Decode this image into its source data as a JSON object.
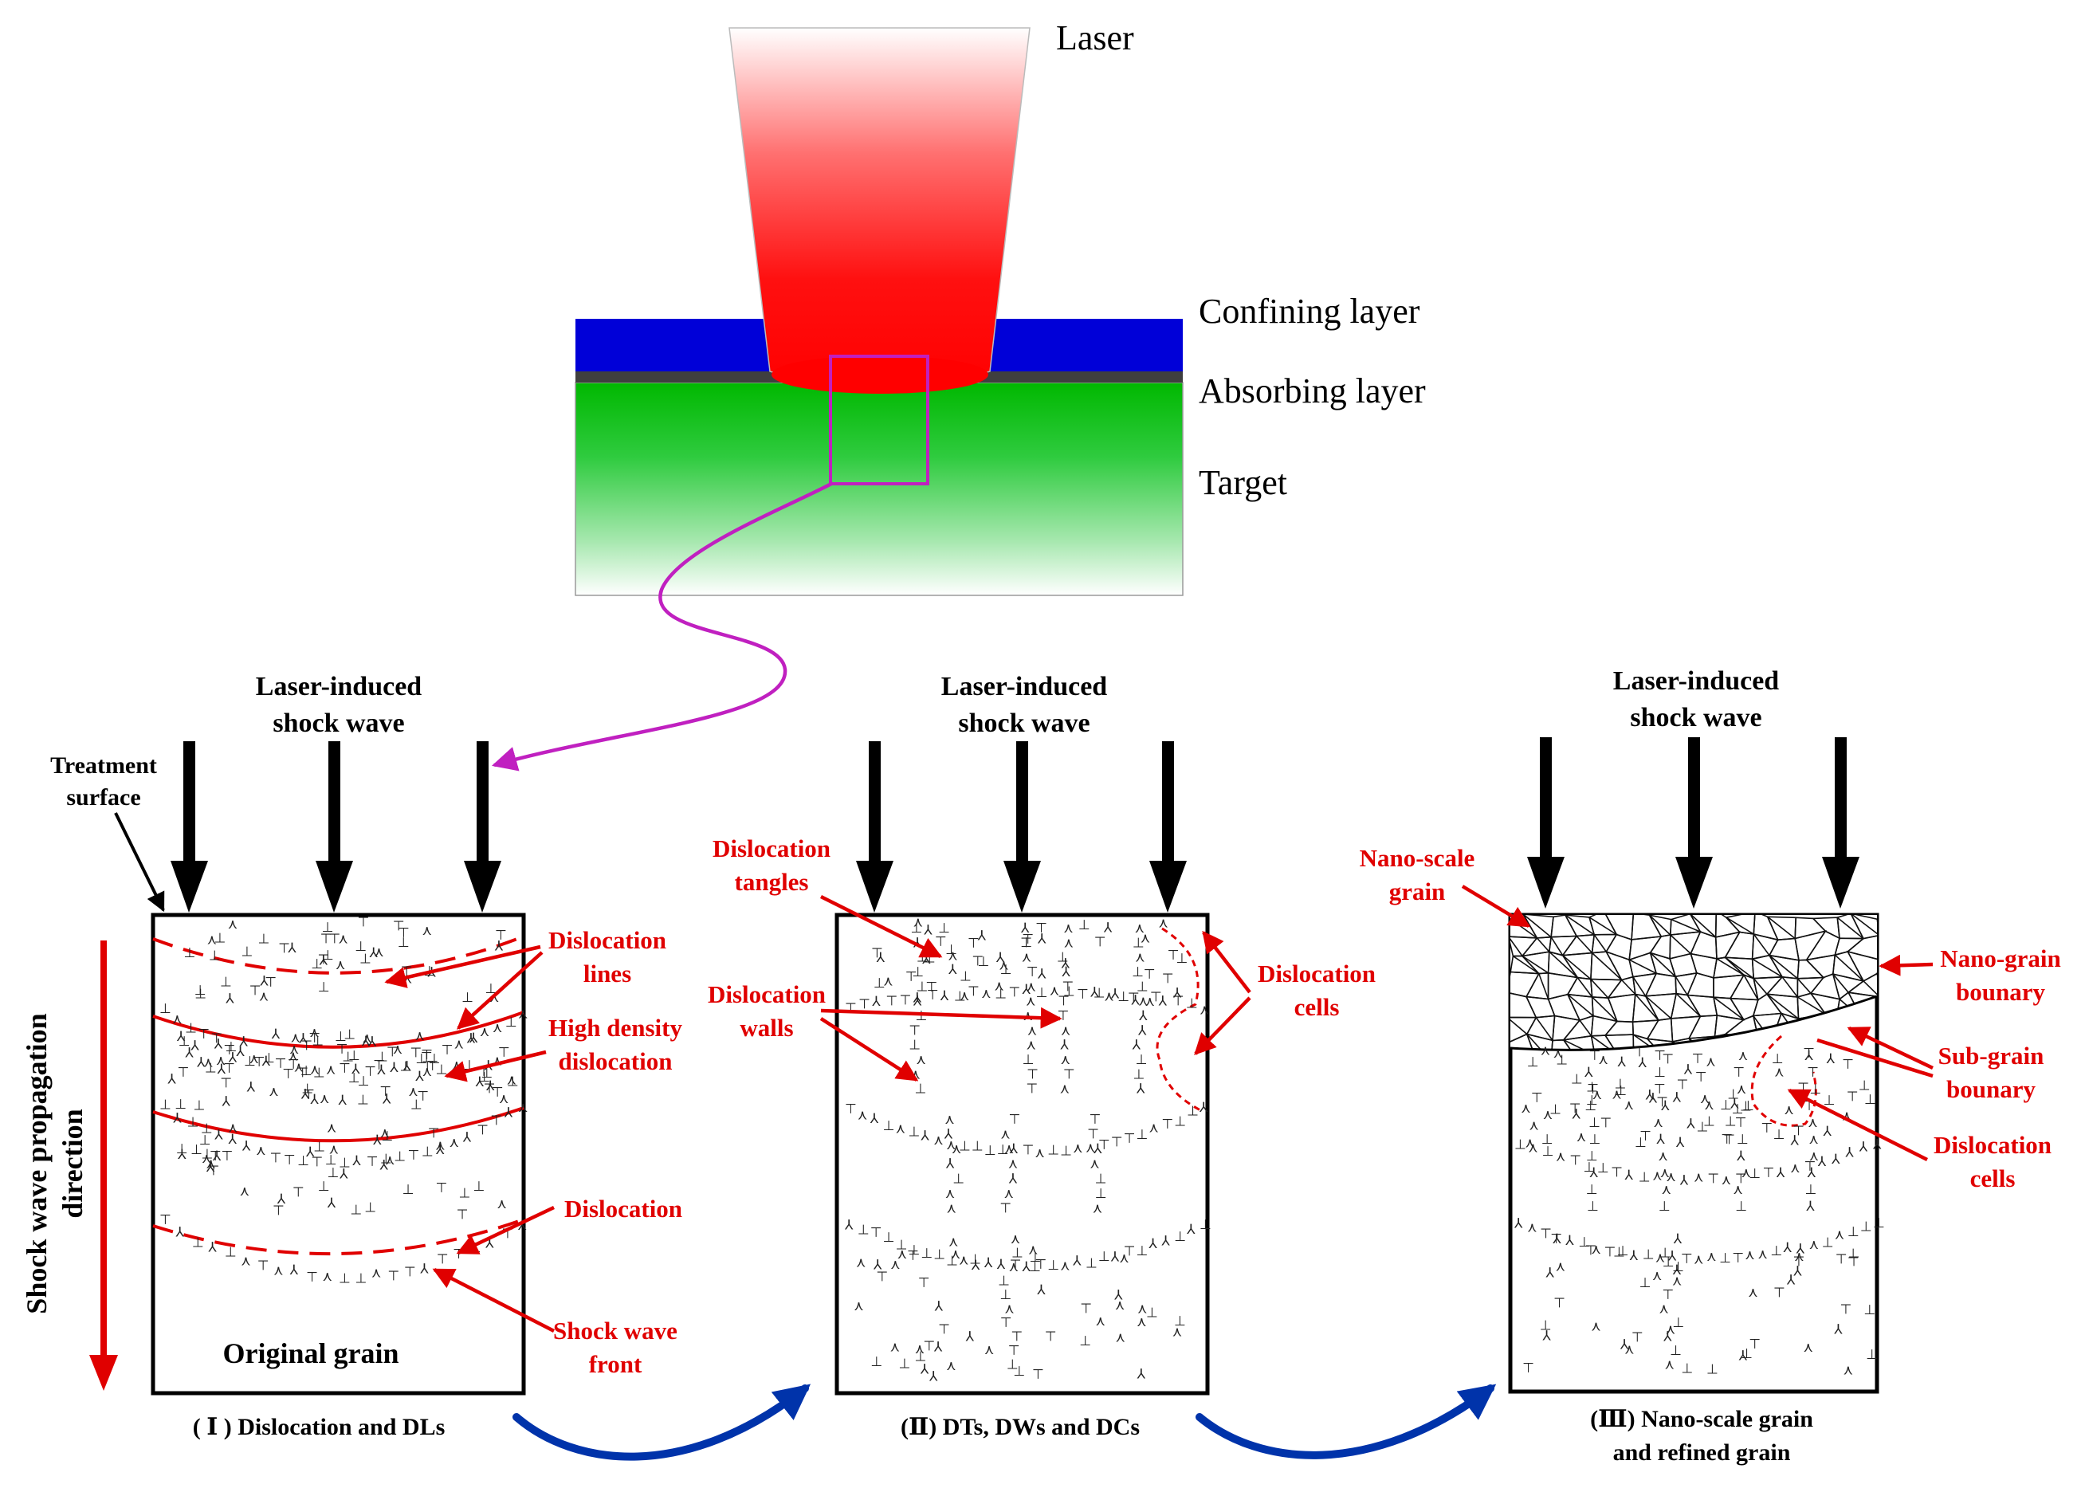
{
  "layers": {
    "laser": "Laser",
    "confining": "Confining layer",
    "absorbing": "Absorbing layer",
    "target": "Target"
  },
  "colors": {
    "laser": "#ff0000",
    "confining": "#0000d8",
    "absorbing": "#404040",
    "target": "#00bb00",
    "magnifier": "#c020c0",
    "annotation": "#e00000",
    "flow_arrow": "#0033aa",
    "shock_arrow": "#000000"
  },
  "axis_label": {
    "line1": "Shock wave propagation",
    "line2": "direction"
  },
  "panels": [
    {
      "header1": "Laser-induced",
      "header2": "shock wave",
      "caption1": "( Ⅰ ) Dislocation and DLs",
      "caption2": "",
      "inner_label": "Original grain",
      "black_labels": [
        [
          "Treatment",
          "surface"
        ]
      ],
      "red_labels": [
        [
          "Dislocation",
          "lines"
        ],
        [
          "High density",
          "dislocation"
        ],
        [
          "Dislocation"
        ],
        [
          "Shock wave",
          "front"
        ]
      ]
    },
    {
      "header1": "Laser-induced",
      "header2": "shock wave",
      "caption1": "(Ⅱ) DTs, DWs and DCs",
      "caption2": "",
      "red_labels": [
        [
          "Dislocation",
          "tangles"
        ],
        [
          "Dislocation",
          "walls"
        ],
        [
          "Dislocation",
          "cells"
        ]
      ]
    },
    {
      "header1": "Laser-induced",
      "header2": "shock wave",
      "caption1": "(Ⅲ) Nano-scale grain",
      "caption2": "and refined grain",
      "red_labels": [
        [
          "Nano-scale",
          "grain"
        ],
        [
          "Nano-grain",
          "bounary"
        ],
        [
          "Sub-grain",
          "bounary"
        ],
        [
          "Dislocation",
          "cells"
        ]
      ]
    }
  ],
  "symbols": {
    "dislocation": "⊥",
    "tangle": "⋏"
  }
}
